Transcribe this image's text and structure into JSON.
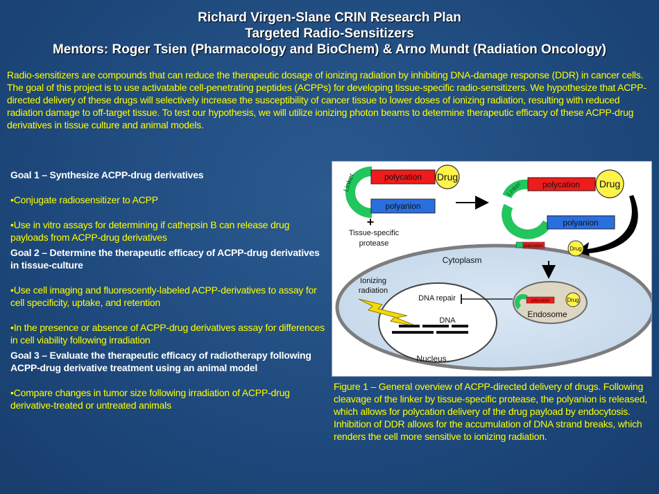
{
  "header": {
    "line1": "Richard Virgen-Slane CRIN Research Plan",
    "line2": "Targeted Radio-Sensitizers",
    "line3": "Mentors: Roger Tsien (Pharmacology and BioChem) & Arno Mundt (Radiation Oncology)"
  },
  "intro": "Radio-sensitizers are compounds that can reduce the therapeutic dosage of ionizing radiation by inhibiting DNA-damage response (DDR) in cancer cells. The goal of this project is to use activatable cell-penetrating peptides (ACPPs) for developing tissue-specific radio-sensitizers. We hypothesize that ACPP-directed delivery of these drugs will selectively increase the susceptibility of cancer tissue to lower doses of ionizing radiation, resulting with reduced radiation damage to off-target tissue. To test our hypothesis, we will utilize ionizing photon beams to determine therapeutic efficacy of these ACPP-drug derivatives in tissue culture and animal models.",
  "goals": [
    {
      "title": "Goal 1 – Synthesize ACPP-drug derivatives",
      "bullets": [
        "•Conjugate radiosensitizer to ACPP",
        "•Use in vitro assays for determining if cathepsin B can release drug payloads from ACPP-drug derivatives"
      ]
    },
    {
      "title": "Goal 2 – Determine the therapeutic efficacy of ACPP-drug derivatives in tissue-culture",
      "bullets": [
        "•Use cell imaging and fluorescently-labeled ACPP-derivatives to assay for cell specificity, uptake, and retention",
        "•In the presence or absence of ACPP-drug derivatives assay for differences in cell viability following irradiation"
      ]
    },
    {
      "title": "Goal 3 – Evaluate the therapeutic efficacy of radiotherapy following ACPP-drug derivative treatment using an animal model",
      "bullets": [
        "•Compare changes in tumor size following irradiation of ACPP-drug derivative-treated or untreated animals"
      ]
    }
  ],
  "diagram": {
    "polycation": "polycation",
    "polyanion": "polyanion",
    "drug": "Drug",
    "linker": "Linker",
    "plus": "+",
    "protease_line1": "Tissue-specific",
    "protease_line2": "protease",
    "cytoplasm": "Cytoplasm",
    "ionizing_line1": "Ionizing",
    "ionizing_line2": "radiation",
    "dna_repair": "DNA repair",
    "dna": "DNA",
    "nucleus": "Nucleus",
    "endosome": "Endosome",
    "colors": {
      "polycation": "#ee1c1c",
      "polyanion": "#2a6fe0",
      "drug": "#fff34a",
      "linker": "#22c55e",
      "cell": "#cfe0ef",
      "endosome": "#ddd6c2"
    }
  },
  "caption": "Figure 1 – General overview of ACPP-directed delivery of drugs. Following cleavage of the linker by tissue-specific protease, the polyanion is released, which allows for polycation delivery of the drug payload by endocytosis. Inhibition of DDR allows for the accumulation of DNA strand breaks, which renders the cell more sensitive to ionizing radiation."
}
